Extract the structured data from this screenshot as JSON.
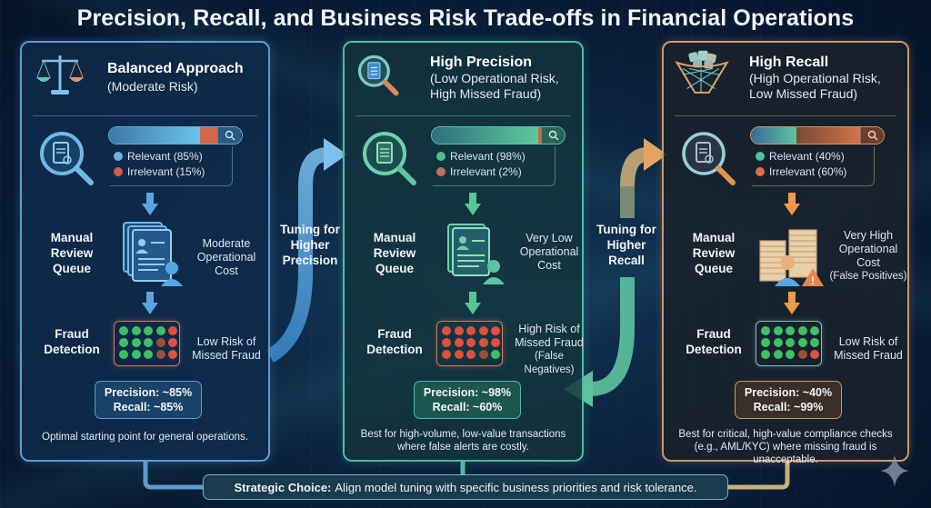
{
  "title": "Precision, Recall, and Business Risk Trade-offs in Financial Operations",
  "panels": [
    {
      "id": "balanced",
      "icon": "scales-icon",
      "title": "Balanced Approach",
      "subtitle": "(Moderate Risk)",
      "bar": {
        "relevant_pct": 85,
        "irrelevant_pct": 15
      },
      "legend": {
        "relevant": "Relevant (85%)",
        "irrelevant": "Irrelevant (15%)"
      },
      "queue_label": "Manual Review Queue",
      "cost_note": "Moderate Operational Cost",
      "fraud_label": "Fraud Detection",
      "risk_note": "Low Risk of Missed Fraud",
      "dots": [
        "g",
        "g",
        "g",
        "g",
        "r",
        "g",
        "g",
        "g",
        "b",
        "r",
        "g",
        "g",
        "g",
        "b",
        "r"
      ],
      "precision": "Precision: ~85%",
      "recall": "Recall: ~85%",
      "description": "Optimal starting point for general operations.",
      "color": "#5d9bd0"
    },
    {
      "id": "high-precision",
      "icon": "magnifier-document-icon",
      "title": "High Precision",
      "subtitle": "(Low Operational Risk, High Missed Fraud)",
      "bar": {
        "relevant_pct": 98,
        "irrelevant_pct": 2
      },
      "legend": {
        "relevant": "Relevant (98%)",
        "irrelevant": "Irrelevant (2%)"
      },
      "queue_label": "Manual Review Queue",
      "cost_note": "Very Low Operational Cost",
      "fraud_label": "Fraud Detection",
      "risk_note": "High Risk of Missed Fraud",
      "risk_note_sub": "(False Negatives)",
      "dots": [
        "r",
        "r",
        "r",
        "r",
        "r",
        "r",
        "r",
        "r",
        "r",
        "r",
        "r",
        "r",
        "r",
        "b",
        "g"
      ],
      "precision": "Precision: ~98%",
      "recall": "Recall: ~60%",
      "description": "Best for high-volume, low-value transactions where false alerts are costly.",
      "color": "#55b9a0"
    },
    {
      "id": "high-recall",
      "icon": "net-icon",
      "title": "High Recall",
      "subtitle": "(High Operational Risk, Low Missed Fraud)",
      "bar": {
        "relevant_pct": 40,
        "irrelevant_pct": 60
      },
      "legend": {
        "relevant": "Relevant (40%)",
        "irrelevant": "Irrelevant (60%)"
      },
      "queue_label": "Manual Review Queue",
      "cost_note": "Very High Operational Cost",
      "cost_note_sub": "(False Positives)",
      "fraud_label": "Fraud Detection",
      "risk_note": "Low Risk of Missed Fraud",
      "dots": [
        "g",
        "g",
        "g",
        "g",
        "g",
        "g",
        "g",
        "g",
        "g",
        "g",
        "g",
        "g",
        "g",
        "b",
        "r"
      ],
      "precision": "Precision: ~40%",
      "recall": "Recall: ~99%",
      "description": "Best for critical, high-value compliance checks (e.g., AML/KYC) where missing fraud is unacceptable.",
      "color": "#c9996a"
    }
  ],
  "transitions": {
    "to_precision": "Tuning for Higher Precision",
    "to_recall": "Tuning for Higher Recall"
  },
  "footer": {
    "bold": "Strategic Choice:",
    "text": "Align model tuning with specific business priorities and risk tolerance."
  }
}
